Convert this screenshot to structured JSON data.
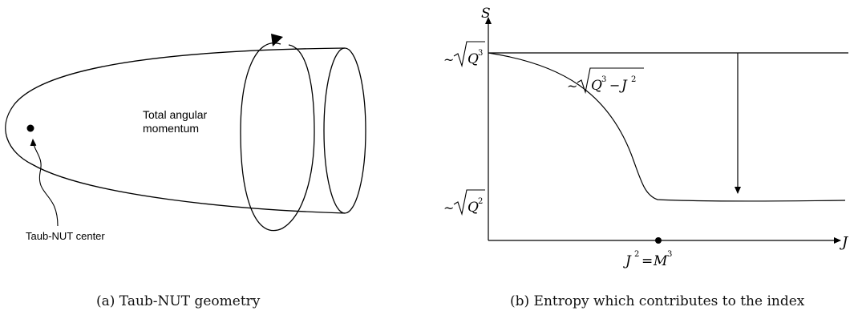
{
  "panel_a": {
    "label_momentum_line1": "Total angular",
    "label_momentum_line2": "momentum",
    "label_center": "Taub-NUT center",
    "caption": "(a) Taub-NUT geometry"
  },
  "panel_b": {
    "y_axis_label": "S",
    "x_axis_label": "J",
    "tick_sqrt_q3": "Q",
    "tick_sqrt_q3_exp": "3",
    "tick_sqrt_q2": "Q",
    "tick_sqrt_q2_exp": "2",
    "curve_label_Q": "Q",
    "curve_label_Q_exp": "3",
    "curve_label_J": "J",
    "curve_label_J_exp": "2",
    "marker_J": "J",
    "marker_J_exp": "2",
    "marker_M": "M",
    "marker_M_exp": "3",
    "caption": "(b) Entropy which contributes to the index"
  }
}
